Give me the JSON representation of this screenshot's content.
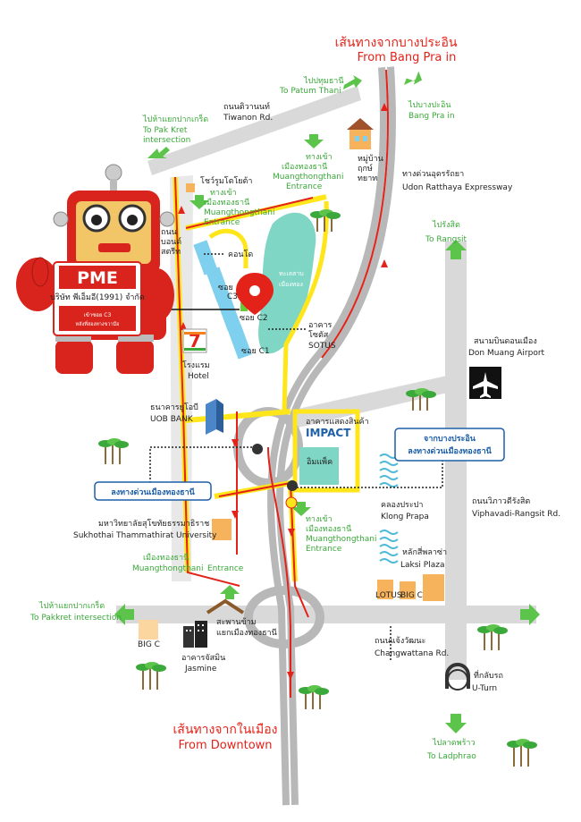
{
  "colors": {
    "road_gray": "#d9d9d9",
    "expressway": "#b8b8b8",
    "route_yellow": "#ffe61a",
    "route_red": "#e32219",
    "arrow_green": "#5cc44a",
    "lake": "#7fd6c5",
    "building_blue": "#7fd0ef",
    "building_orange": "#f7b35c",
    "robot_red": "#d8241c",
    "callout_blue": "#1d5fa8"
  },
  "top": {
    "from_bangpain_th": "เส้นทางจากบางประอิน",
    "from_bangpain_en": "From Bang Pra in"
  },
  "bottom": {
    "from_downtown_th": "เส้นทางจากในเมือง",
    "from_downtown_en": "From Downtown"
  },
  "arrows": {
    "patum_th": "ไปปทุมธานี",
    "patum_en": "To Patum Thani",
    "bangpain_th": "ไปบางปะอิน",
    "bangpain_en": "Bang Pra in",
    "pakkret_th": "ไปห้าแยกปากเกร็ด",
    "pakkret_en1": "To Pak Kret",
    "pakkret_en2": "intersection",
    "rangsit_th": "ไปรังสิต",
    "rangsit_en": "To Rangsit",
    "pakkret2_th": "ไปห้าแยกปากเกร็ด",
    "pakkret2_en": "To Pakkret intersection",
    "ladphrao_th": "ไปลาดพร้าว",
    "ladphrao_en": "To Ladphrao"
  },
  "labels": {
    "tiwanon_th": "ถนนติวานนท์",
    "tiwanon_en": "Tiwanon Rd.",
    "village_th1": "หมู่บ้าน",
    "village_th2": "ฤกษ์",
    "village_th3": "ทยาท",
    "entrance_th1": "ทางเข้า",
    "entrance_th2": "เมืองทองธานี",
    "entrance_en1": "Muangthongthani",
    "entrance_en2": "Entrance",
    "udon_th": "ทางด่วนอุดรรัถยา",
    "udon_en": "Udon Ratthaya Expressway",
    "toyota_th": "โชว์รูมโตโยต้า",
    "bond_th1": "ถนน",
    "bond_th2": "บอนด์",
    "bond_th3": "สตรีท",
    "condo_th": "คอนโด",
    "lake_th1": "ทะเลสาบ",
    "lake_th2": "เมืองทอง",
    "soi_c3_a": "ซอย",
    "soi_c3_b": "C3",
    "soi_c2": "ซอย C2",
    "soi_c1": "ซอย C1",
    "seven_eleven": "7-ELEVEN",
    "hotel_th": "โรงแรม",
    "hotel_en": "Hotel",
    "sotus_th1": "อาคาร",
    "sotus_th2": "โซตัส",
    "sotus_en": "SOTUS",
    "donmuang_th": "สนามบินดอนเมือง",
    "donmuang_en": "Don Muang Airport",
    "uob_th": "ธนาคารยูโอบี",
    "uob_en": "UOB BANK",
    "impact_hall_th": "อาคารแสดงสินค้า",
    "impact_logo": "IMPACT",
    "impact_th": "อิมแพ็ค",
    "exp_exit_th": "ลงทางด่วนเมืองทองธานี",
    "from_bangpain_exit_th1": "จากบางประอิน",
    "from_bangpain_exit_th2": "ลงทางด่วนเมืองทองธานี",
    "klongprapa_th": "คลองประปา",
    "klongprapa_en": "Klong Prapa",
    "vibha_th": "ถนนวิภาวดีรังสิต",
    "vibha_en": "Viphavadi-Rangsit Rd.",
    "stou_th": "มหาวิทยาลัยสุโขทัยธรรมาธิราช",
    "stou_en": "Sukhothai Thammathirat University",
    "laksi_th": "หลักสี่พลาซ่า",
    "laksi_en": "Laksi Plaza",
    "lotus": "LOTUS",
    "bigc_a": "BIG C",
    "bigc_b": "BIG C",
    "bridge_th1": "สะพานข้าม",
    "bridge_th2": "แยกเมืองทองธานี",
    "jasmine_th": "อาคารจัสมิน",
    "jasmine_en": "Jasmine",
    "changwattana_th": "ถนนแจ้งวัฒนะ",
    "changwattana_en": "Changwattana Rd.",
    "uturn_th": "ที่กลับรถ",
    "uturn_en": "U-Turn"
  },
  "pme": {
    "logo": "PME",
    "company": "บริษัท พีเอ็มอี(1991) จำกัด",
    "note1": "เข้าซอย C3",
    "note2": "หลังที่สองทางขวามือ"
  }
}
